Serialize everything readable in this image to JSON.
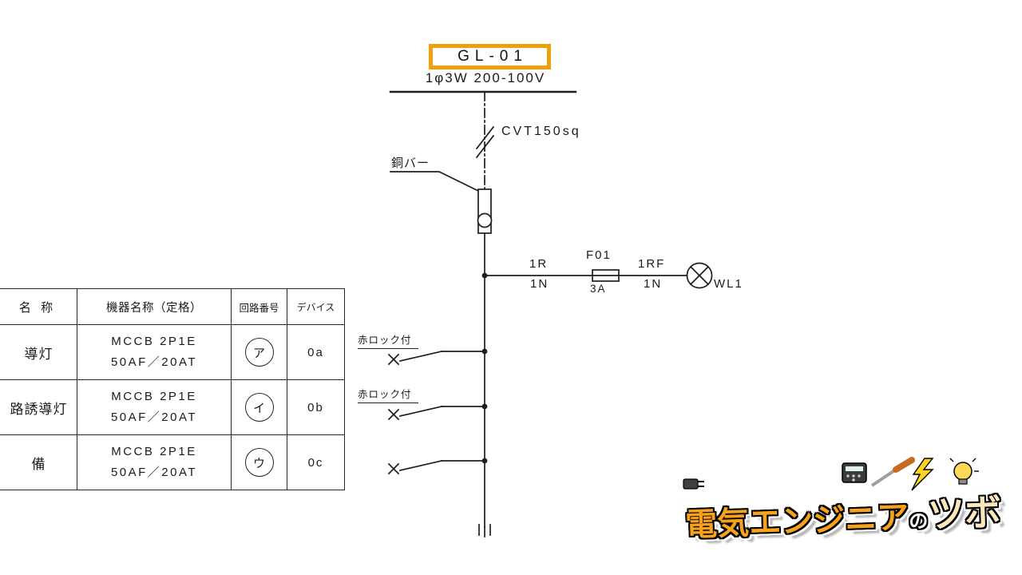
{
  "diagram": {
    "panel_label": "GL-01",
    "bus_label": "1φ3W 200-100V",
    "cable_label": "CVT150sq",
    "copper_bar_label": "銅バー",
    "feeder": {
      "phase_top": "1R",
      "neutral_top": "1N",
      "fuse_name": "F01",
      "fuse_rating": "3A",
      "phase_load": "1RF",
      "neutral_load": "1N",
      "lamp_label": "WL1"
    },
    "lock_labels": [
      "赤ロック付",
      "赤ロック付"
    ]
  },
  "table": {
    "headers": {
      "name": "名 称",
      "device": "機器名称（定格）",
      "circuit": "回路番号",
      "device_id": "デバイス"
    },
    "rows": [
      {
        "name": "導灯",
        "spec1": "MCCB 2P1E",
        "spec2": "50AF／20AT",
        "circuit": "ア",
        "device": "0a"
      },
      {
        "name": "路誘導灯",
        "spec1": "MCCB 2P1E",
        "spec2": "50AF／20AT",
        "circuit": "イ",
        "device": "0b"
      },
      {
        "name": "備",
        "spec1": "MCCB 2P1E",
        "spec2": "50AF／20AT",
        "circuit": "ウ",
        "device": "0c"
      }
    ]
  },
  "watermark": {
    "text_main": "電気エンジニア",
    "text_no": "の",
    "text_tsubo": "ツボ"
  },
  "colors": {
    "highlight_box": "#EFA00B",
    "watermark_orange": "#F7A11D",
    "line": "#1F1F1F"
  }
}
